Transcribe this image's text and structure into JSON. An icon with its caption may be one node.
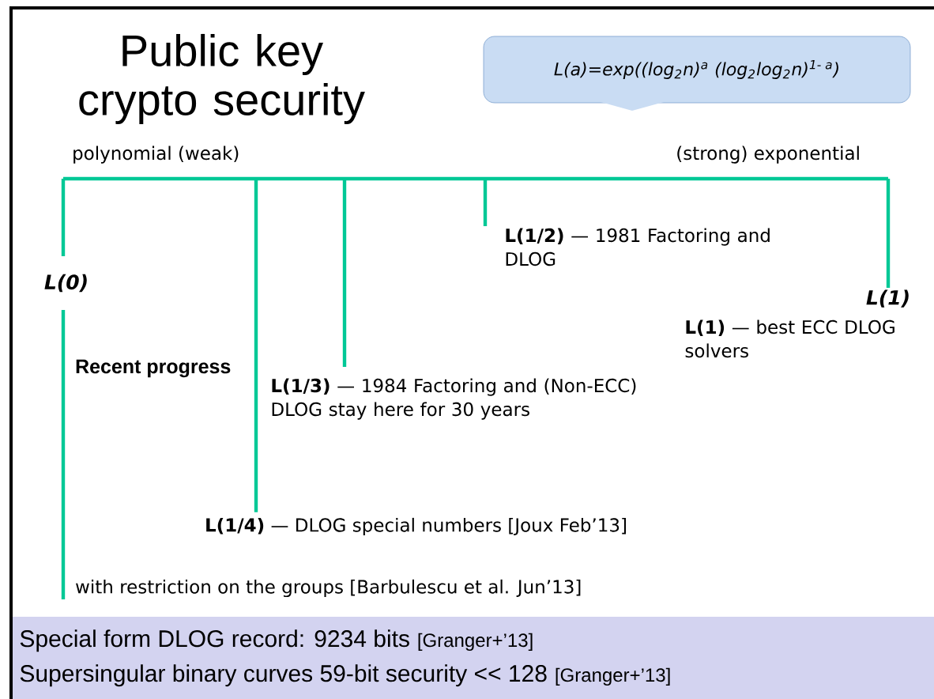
{
  "diagram": {
    "title": "Public key crypto security",
    "nodes": [
      {
        "text": [
          "L(a)=exp((log$_{2}$n)$^{a}$ (log$_{2}$log$_{2}$n)$^{1- a}$)"
        ]
      },
      {
        "text": [
          "with restriction on the groups [Barbulescu et al. Jun’13]"
        ]
      },
      {
        "text": [
          "**L(1/4)** — DLOG special numbers [Joux Feb’13]"
        ]
      },
      {
        "text": [
          "**L(1/3)** — 1984 Factoring and (Non-ECC) DLOG stay here for 30 years"
        ]
      },
      {
        "text": [
          "**L(1/2)** — 1981 Factoring and DLOG"
        ]
      },
      {
        "text": [
          "L(1)"
        ]
      }
    ],
    "edges": [
      {
        "from": null,
        "to": 1,
        "arrow": "none",
        "label": "L(0)"
      },
      {
        "from": null,
        "to": 2,
        "arrow": "none"
      },
      {
        "from": null,
        "to": 3,
        "arrow": "none"
      },
      {
        "from": null,
        "to": 4,
        "arrow": "none"
      },
      {
        "from": null,
        "to": 5,
        "arrow": "none"
      }
    ],
    "labels": [
      "polynomial (weak)",
      "(strong) exponential",
      "**L(1)** — best ECC DLOG solvers",
      "Recent progress",
      "Special form DLOG record: 9234 bits",
      "[Granger+’13]",
      "Supersingular binary curves 59-bit security << 128",
      "[Granger+’13]"
    ]
  }
}
